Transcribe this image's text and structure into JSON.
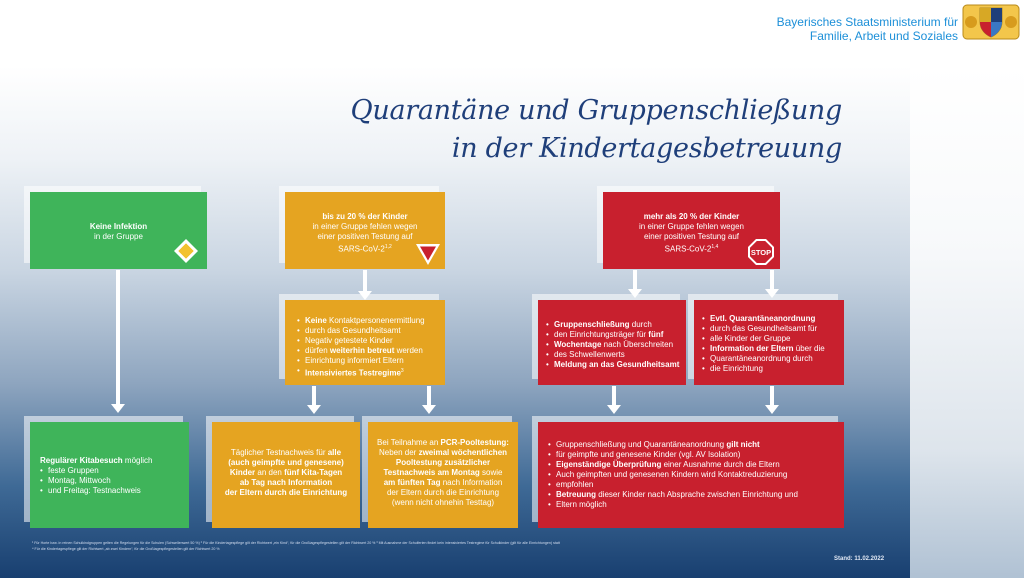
{
  "header": {
    "ministry_line1": "Bayerisches Staatsministerium für",
    "ministry_line2": "Familie, Arbeit und Soziales"
  },
  "title": {
    "line1": "Quarantäne und Gruppenschließung",
    "line2": "in der Kindertagesbetreuung"
  },
  "col_green": {
    "top_bold": "Keine Infektion",
    "top_rest": "in der Gruppe",
    "bottom_bold": "Regulärer Kitabesuch",
    "bottom_rest": " möglich",
    "bottom_items": [
      "feste Gruppen",
      "Montag, Mittwoch"
    ],
    "bottom_item_cont": "und Freitag: Testnachweis"
  },
  "col_yellow": {
    "top_bold": "bis zu 20 % der Kinder",
    "top_l2": "in einer Gruppe fehlen wegen",
    "top_l3": "einer positiven Testung auf",
    "top_l4": "SARS-CoV-2",
    "top_sup": "1,2",
    "mid_items": [
      {
        "bold": "Keine",
        "rest": " Kontaktpersonenermittlung",
        "cont": "durch das Gesundheitsamt"
      },
      {
        "bold": "",
        "rest": "Negativ getestete Kinder",
        "cont": ""
      },
      {
        "bold": "",
        "rest": "Einrichtung informiert Eltern",
        "cont": ""
      },
      {
        "bold": "Intensiviertes Testregime",
        "rest": "",
        "cont": ""
      }
    ],
    "mid_item2_cont_pre": "dürfen ",
    "mid_item2_cont_bold": "weiterhin betreut",
    "mid_item2_cont_post": " werden",
    "mid_item4_sup": "3",
    "bl_pre": "Täglicher Testnachweis für ",
    "bl_bold1": "alle",
    "bl_bold2": "(auch geimpfte und genesene)",
    "bl_bold3": "Kinder",
    "bl_mid": " an den ",
    "bl_bold4": "fünf Kita-Tagen",
    "bl_bold5": "ab Tag nach Information",
    "bl_bold6": "der Eltern durch die Einrichtung",
    "br_pre": "Bei Teilnahme an ",
    "br_bold1": "PCR-Pooltestung:",
    "br_l2_pre": "Neben der ",
    "br_l2_bold": "zweimal wöchentlichen",
    "br_l3_bold": "Pooltestung zusätzlicher",
    "br_l4_bold": "Testnachweis am Montag",
    "br_l4_post": " sowie",
    "br_l5_bold": "am fünften Tag",
    "br_l5_post": " nach Information",
    "br_l6": "der Eltern durch die Einrichtung",
    "br_l7": "(wenn nicht ohnehin Testtag)"
  },
  "col_red": {
    "top_bold": "mehr als 20 % der Kinder",
    "top_l2": "in einer Gruppe fehlen wegen",
    "top_l3": "einer positiven Testung auf",
    "top_l4": "SARS-CoV-2",
    "top_sup": "1,4",
    "stop_label": "STOP",
    "ml_bold1": "Gruppenschließung",
    "ml_rest1": " durch",
    "ml_l2_pre": "den Einrichtungsträger für ",
    "ml_l2_bold": "fünf",
    "ml_l3_bold": "Wochentage",
    "ml_l3_post": " nach Überschreiten",
    "ml_l4": "des Schwellenwerts",
    "ml_bold2": "Meldung an das Gesundheitsamt",
    "mr_bold1": "Evtl. Quarantäneanordnung",
    "mr_l2": "durch das Gesundheitsamt für",
    "mr_l3": "alle Kinder der Gruppe",
    "mr_bold2": "Information der Eltern",
    "mr_rest2": " über die",
    "mr_l5": "Quarantäneanordnung durch",
    "mr_l6": "die Einrichtung",
    "b_i1_pre": "Gruppenschließung und Quarantäneanordnung ",
    "b_i1_bold": "gilt nicht",
    "b_i1_cont": "für geimpfte und genesene Kinder (vgl. AV Isolation)",
    "b_i2_bold": "Eigenständige Überprüfung",
    "b_i2_rest": " einer Ausnahme durch die Eltern",
    "b_i3": "Auch geimpften und genesenen Kindern wird  Kontaktreduzierung",
    "b_i3_cont": "empfohlen",
    "b_i4_bold": "Betreuung",
    "b_i4_rest": " dieser Kinder nach Absprache zwischen Einrichtung und",
    "b_i4_cont": "Eltern möglich"
  },
  "footnotes": {
    "line1": "¹ Für Horte bzw. in reinen Schulkindgruppen gelten die Regelungen für die Schulen (Schwellenwert 50 %)   ² Für die Kindertagespflege gilt der Richtwert „ein Kind“, für die Großtagespflegestellen gilt der Richtwert 20 %   ³ Mit Ausnahme der Schulferien findet kein intensiviertes Testregime für Schulkinder (gilt für alle Einrichtungen) statt",
    "line2": "⁴ Für die Kindertagespflege gilt der Richtwert „ab zwei Kindern“, für die Großtagespflegestellen gilt der Richtwert 20 %"
  },
  "stand": "Stand: 11.02.2022",
  "colors": {
    "green": "#3fb45a",
    "yellow": "#e5a421",
    "red": "#c8202e",
    "title": "#1f3f7a",
    "ministry": "#1c8fd8"
  },
  "icons": {
    "green_sign": "priority-road-icon",
    "yellow_sign": "yield-icon",
    "red_sign": "stop-sign-icon",
    "crest": "bavarian-coat-of-arms-icon"
  }
}
